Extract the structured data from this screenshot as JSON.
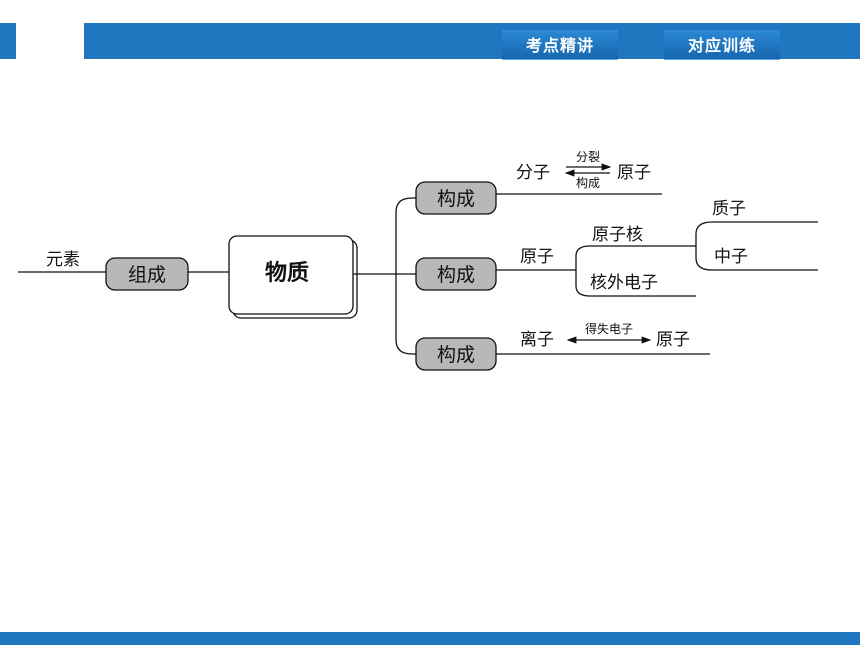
{
  "header": {
    "tabs": [
      {
        "label": "考点精讲"
      },
      {
        "label": "对应训练"
      }
    ]
  },
  "diagram": {
    "root": "物质",
    "element": "元素",
    "compose": "组成",
    "constitute": "构成",
    "branch1": {
      "left": "分子",
      "right": "原子",
      "arrow_top": "分裂",
      "arrow_bottom": "构成"
    },
    "branch2": {
      "atom": "原子",
      "nucleus": "原子核",
      "electrons": "核外电子",
      "proton": "质子",
      "neutron": "中子"
    },
    "branch3": {
      "left": "离子",
      "right": "原子",
      "arrow_label": "得失电子"
    }
  }
}
